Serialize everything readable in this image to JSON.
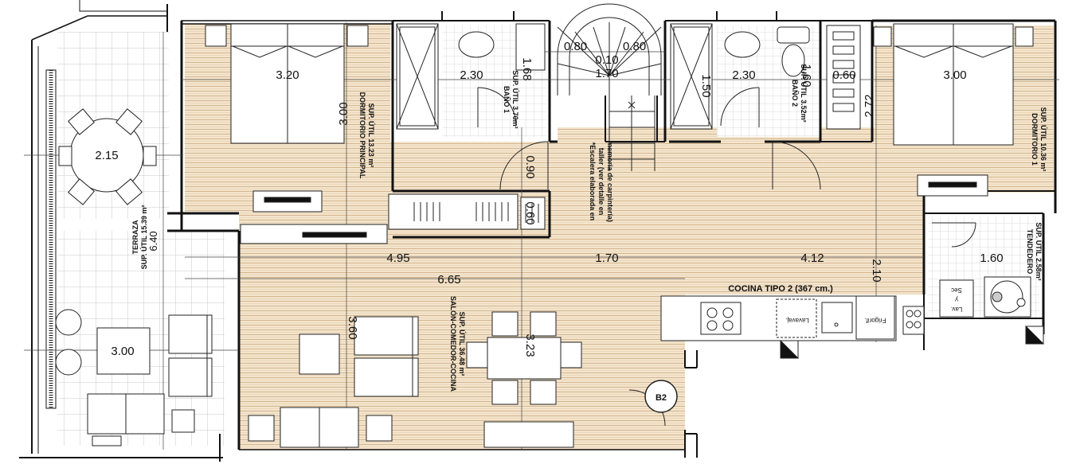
{
  "unit_code": "B2",
  "rooms": {
    "dormitorio_principal": {
      "name": "DORMITORIO PRINCIPAL",
      "area": "SUP. ÚTIL 13.23 m²"
    },
    "bano_1": {
      "name": "BAÑO 1",
      "area": "SUP. ÚTIL 3.70m²"
    },
    "bano_2": {
      "name": "BAÑO 2",
      "area": "SUP. ÚTIL 3.52m²"
    },
    "dormitorio_1": {
      "name": "DORMITORIO 1",
      "area": "SUP. ÚTIL 10.36 m²"
    },
    "terraza": {
      "name": "TERRAZA",
      "area": "SUP. ÚTIL 15.39 m²"
    },
    "tendedero": {
      "name": "TENDEDERO",
      "area": "SUP. ÚTIL 2.58m²"
    },
    "salon": {
      "name": "SALÓN-COMEDOR-COCINA",
      "area": "SUP. ÚTIL 36.48 m²"
    }
  },
  "kitchen_label": "COCINA TIPO 2 (367 cm.)",
  "stair_note": [
    "*Escalera elaborada en",
    "taller (ver detalle en",
    "memoria de carpintería)"
  ],
  "appliances": {
    "lavavaj": "Lavavaj.",
    "frigorif": "Frigorif.",
    "lav": "Lav.",
    "y": "y",
    "sec": "Sec"
  },
  "dimensions": {
    "d_320": "3.20",
    "d_230a": "2.30",
    "d_168": "1.68",
    "d_080a": "0.80",
    "d_080b": "0.80",
    "d_010": "0.10",
    "d_170a": "1.70",
    "d_150": "1.50",
    "d_230b": "2.30",
    "d_160a": "1.60",
    "d_060a": "0.60",
    "d_300a": "3.00",
    "d_272": "2.72",
    "d_215": "2.15",
    "d_300b": "3.00",
    "d_090": "0.90",
    "d_060b": "0.60",
    "d_640": "6.40",
    "d_495": "4.95",
    "d_170b": "1.70",
    "d_412": "4.12",
    "d_210": "2.10",
    "d_665": "6.65",
    "d_160b": "1.60",
    "d_360": "3.60",
    "d_323": "3.23",
    "d_300c": "3.00"
  }
}
